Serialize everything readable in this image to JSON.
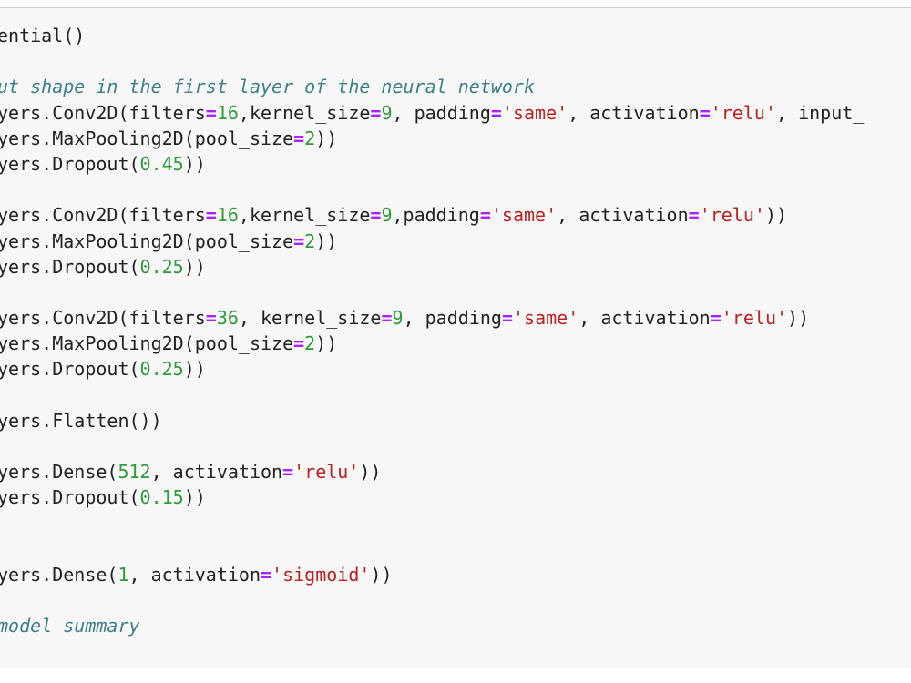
{
  "colors": {
    "background": "#f7f7f7",
    "text": "#222222",
    "comment": "#3d7f8a",
    "operator": "#aa22ff",
    "number": "#2e9a3a",
    "string": "#ba2121"
  },
  "code_lines": [
    [
      {
        "t": "plain",
        "v": "ential()"
      }
    ],
    [],
    [
      {
        "t": "comment",
        "v": "ut shape in the first layer of the neural network"
      }
    ],
    [
      {
        "t": "plain",
        "v": "yers.Conv2D(filters"
      },
      {
        "t": "op",
        "v": "="
      },
      {
        "t": "num",
        "v": "16"
      },
      {
        "t": "plain",
        "v": ",kernel_size"
      },
      {
        "t": "op",
        "v": "="
      },
      {
        "t": "num",
        "v": "9"
      },
      {
        "t": "plain",
        "v": ", padding"
      },
      {
        "t": "op",
        "v": "="
      },
      {
        "t": "str",
        "v": "'same'"
      },
      {
        "t": "plain",
        "v": ", activation"
      },
      {
        "t": "op",
        "v": "="
      },
      {
        "t": "str",
        "v": "'relu'"
      },
      {
        "t": "plain",
        "v": ", input_"
      }
    ],
    [
      {
        "t": "plain",
        "v": "yers.MaxPooling2D(pool_size"
      },
      {
        "t": "op",
        "v": "="
      },
      {
        "t": "num",
        "v": "2"
      },
      {
        "t": "plain",
        "v": "))"
      }
    ],
    [
      {
        "t": "plain",
        "v": "yers.Dropout("
      },
      {
        "t": "num",
        "v": "0.45"
      },
      {
        "t": "plain",
        "v": "))"
      }
    ],
    [],
    [
      {
        "t": "plain",
        "v": "yers.Conv2D(filters"
      },
      {
        "t": "op",
        "v": "="
      },
      {
        "t": "num",
        "v": "16"
      },
      {
        "t": "plain",
        "v": ",kernel_size"
      },
      {
        "t": "op",
        "v": "="
      },
      {
        "t": "num",
        "v": "9"
      },
      {
        "t": "plain",
        "v": ",padding"
      },
      {
        "t": "op",
        "v": "="
      },
      {
        "t": "str",
        "v": "'same'"
      },
      {
        "t": "plain",
        "v": ", activation"
      },
      {
        "t": "op",
        "v": "="
      },
      {
        "t": "str",
        "v": "'relu'"
      },
      {
        "t": "plain",
        "v": "))"
      }
    ],
    [
      {
        "t": "plain",
        "v": "yers.MaxPooling2D(pool_size"
      },
      {
        "t": "op",
        "v": "="
      },
      {
        "t": "num",
        "v": "2"
      },
      {
        "t": "plain",
        "v": "))"
      }
    ],
    [
      {
        "t": "plain",
        "v": "yers.Dropout("
      },
      {
        "t": "num",
        "v": "0.25"
      },
      {
        "t": "plain",
        "v": "))"
      }
    ],
    [],
    [
      {
        "t": "plain",
        "v": "yers.Conv2D(filters"
      },
      {
        "t": "op",
        "v": "="
      },
      {
        "t": "num",
        "v": "36"
      },
      {
        "t": "plain",
        "v": ", kernel_size"
      },
      {
        "t": "op",
        "v": "="
      },
      {
        "t": "num",
        "v": "9"
      },
      {
        "t": "plain",
        "v": ", padding"
      },
      {
        "t": "op",
        "v": "="
      },
      {
        "t": "str",
        "v": "'same'"
      },
      {
        "t": "plain",
        "v": ", activation"
      },
      {
        "t": "op",
        "v": "="
      },
      {
        "t": "str",
        "v": "'relu'"
      },
      {
        "t": "plain",
        "v": "))"
      }
    ],
    [
      {
        "t": "plain",
        "v": "yers.MaxPooling2D(pool_size"
      },
      {
        "t": "op",
        "v": "="
      },
      {
        "t": "num",
        "v": "2"
      },
      {
        "t": "plain",
        "v": "))"
      }
    ],
    [
      {
        "t": "plain",
        "v": "yers.Dropout("
      },
      {
        "t": "num",
        "v": "0.25"
      },
      {
        "t": "plain",
        "v": "))"
      }
    ],
    [],
    [
      {
        "t": "plain",
        "v": "yers.Flatten())"
      }
    ],
    [],
    [
      {
        "t": "plain",
        "v": "yers.Dense("
      },
      {
        "t": "num",
        "v": "512"
      },
      {
        "t": "plain",
        "v": ", activation"
      },
      {
        "t": "op",
        "v": "="
      },
      {
        "t": "str",
        "v": "'relu'"
      },
      {
        "t": "plain",
        "v": "))"
      }
    ],
    [
      {
        "t": "plain",
        "v": "yers.Dropout("
      },
      {
        "t": "num",
        "v": "0.15"
      },
      {
        "t": "plain",
        "v": "))"
      }
    ],
    [],
    [],
    [
      {
        "t": "plain",
        "v": "yers.Dense("
      },
      {
        "t": "num",
        "v": "1"
      },
      {
        "t": "plain",
        "v": ", activation"
      },
      {
        "t": "op",
        "v": "="
      },
      {
        "t": "str",
        "v": "'sigmoid'"
      },
      {
        "t": "plain",
        "v": "))"
      }
    ],
    [],
    [
      {
        "t": "comment",
        "v": "model summary"
      }
    ]
  ]
}
